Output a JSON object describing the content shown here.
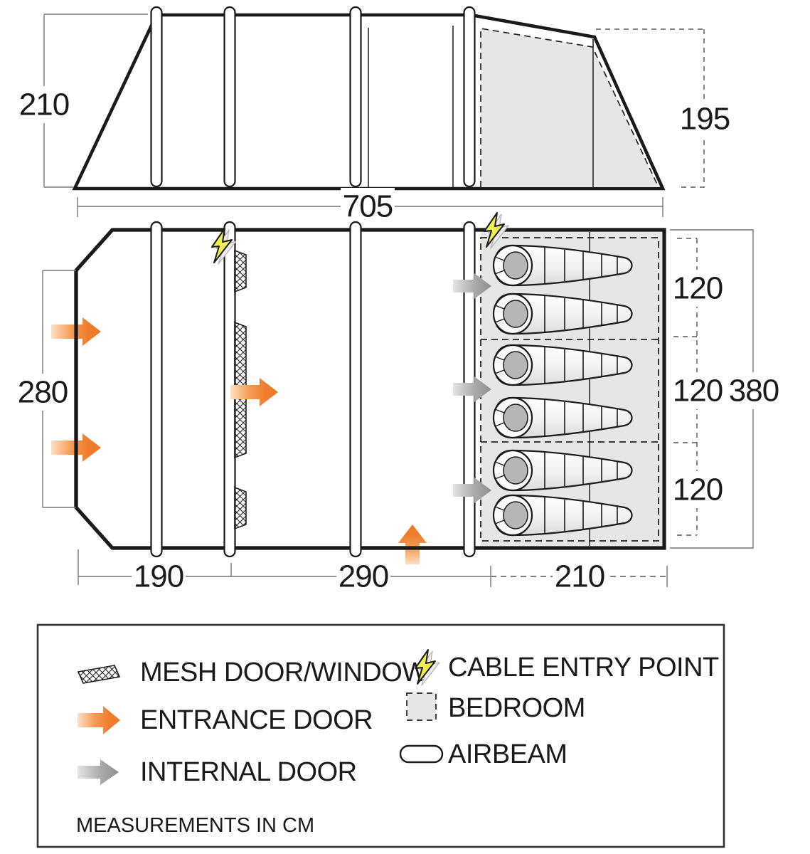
{
  "diagram": {
    "type": "tent-floorplan-with-side-elevation",
    "units_note": "MEASUREMENTS IN CM",
    "side_view": {
      "height_left": "210",
      "height_right": "195"
    },
    "plan": {
      "length_total": "705",
      "front_width": "280",
      "depth_right": "380",
      "bedroom_sections": [
        "120",
        "120",
        "120"
      ],
      "bottom_segments": [
        "190",
        "290",
        "210"
      ],
      "sleeping_bag_count": 6,
      "airbeam_count": 4
    }
  },
  "legend": {
    "mesh": "MESH DOOR/WINDOW",
    "entrance": "ENTRANCE DOOR",
    "internal": "INTERNAL DOOR",
    "cable": "CABLE ENTRY POINT",
    "bedroom": "BEDROOM",
    "airbeam": "AIRBEAM"
  },
  "colors": {
    "line": "#1a1a1a",
    "dimension_line": "#777777",
    "entrance_orange": "#ee7a28",
    "internal_gray": "#9a9a9a",
    "cable_yellow": "#f0ef4e",
    "bedroom_fill": "#e8e6e5"
  }
}
